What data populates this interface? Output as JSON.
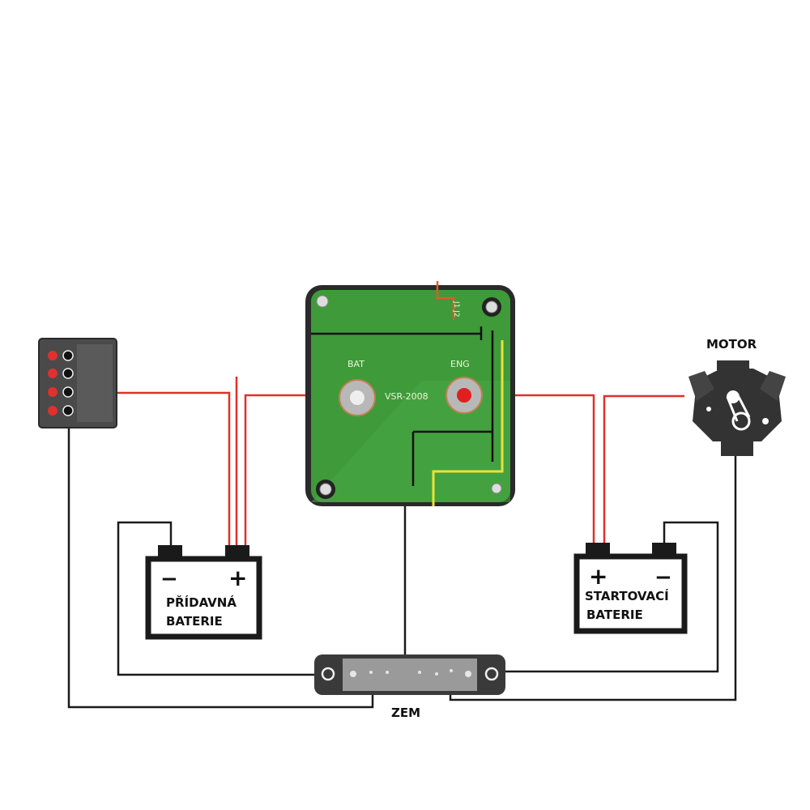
{
  "diagram": {
    "relay": {
      "model": "VSR-2008",
      "terminal_bat": "BAT",
      "terminal_eng": "ENG",
      "jumper_label": "J1 J2",
      "board_color": "#3f9a3a"
    },
    "engine": {
      "label": "MOTOR"
    },
    "aux_battery": {
      "line1": "PŘÍDAVNÁ",
      "line2": "BATERIE",
      "minus": "−",
      "plus": "+"
    },
    "start_battery": {
      "line1": "STARTOVACÍ",
      "line2": "BATERIE",
      "minus": "−",
      "plus": "+"
    },
    "ground_bus": {
      "label": "ZEM"
    },
    "switch_panel": {
      "switch_count": 4
    },
    "colors": {
      "positive_wire": "#e0302a",
      "negative_wire": "#1a1a1a",
      "jumper_wire": "#e05a2a",
      "yellow_trace": "#e8e23a"
    }
  }
}
